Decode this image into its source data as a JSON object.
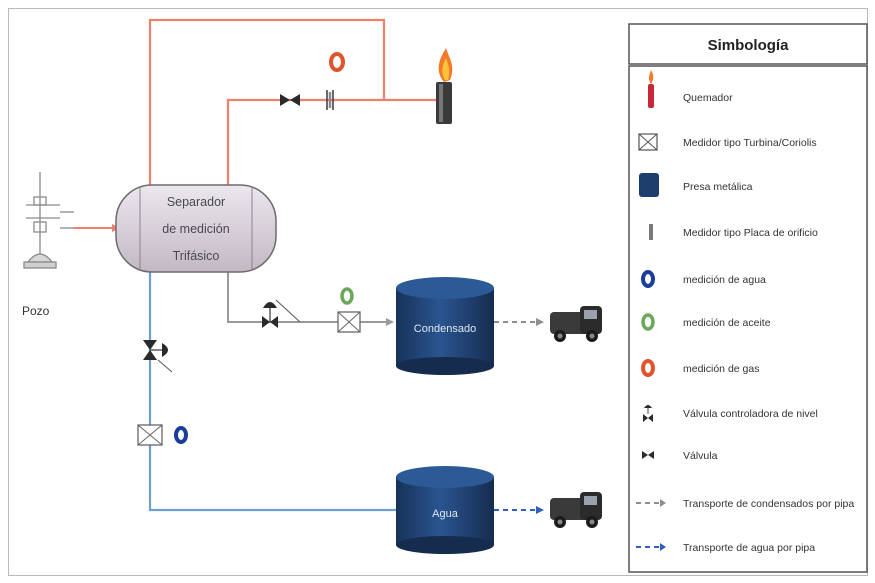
{
  "diagram": {
    "separator_lines": [
      "Separador",
      "de medición",
      "Trifásico"
    ],
    "well_label": "Pozo",
    "tank_condensate": "Condensado",
    "tank_water": "Agua"
  },
  "legend": {
    "title": "Simbología",
    "items": [
      {
        "label": "Quemador",
        "icon": "burner-icon"
      },
      {
        "label": "Medidor tipo Turbina/Coriolis",
        "icon": "meter-box-icon"
      },
      {
        "label": "Presa metálica",
        "icon": "metal-tank-icon"
      },
      {
        "label": "Medidor tipo Placa de orificio",
        "icon": "orifice-plate-icon"
      },
      {
        "label": "medición de agua",
        "icon": "water-measure-icon"
      },
      {
        "label": "medición de aceite",
        "icon": "oil-measure-icon"
      },
      {
        "label": "medición de gas",
        "icon": "gas-measure-icon"
      },
      {
        "label": "Válvula controladora de nivel",
        "icon": "level-control-valve-icon"
      },
      {
        "label": "Válvula",
        "icon": "valve-icon"
      },
      {
        "label": "Transporte de condensados por pipa",
        "icon": "condensate-transport-icon"
      },
      {
        "label": "Transporte de agua por pipa",
        "icon": "water-transport-icon"
      }
    ]
  },
  "colors": {
    "gas_line": "#f07f6b",
    "water_line": "#6f9fd0",
    "condensate_line": "#9a9a9a",
    "tank": "#1e3f6e",
    "separator_fill": "#d8d0d9",
    "water_marker": "#1b3e9e",
    "oil_marker": "#6aa85c",
    "gas_marker": "#e0552e",
    "burner": "#c8283a"
  }
}
